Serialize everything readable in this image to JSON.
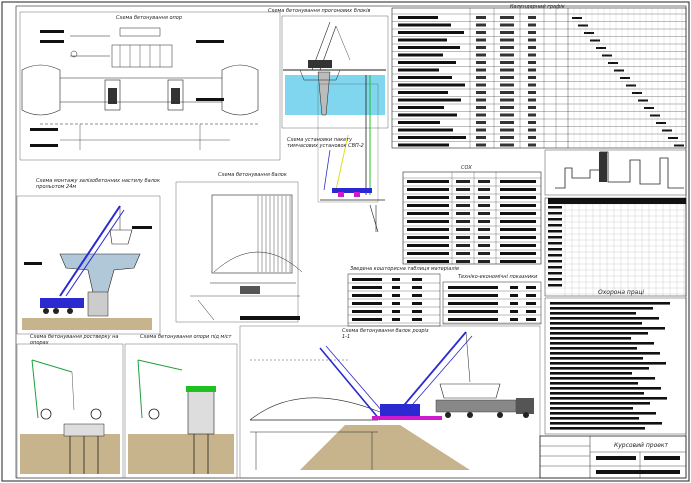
{
  "sheet": {
    "titles": {
      "scheme_support": "Схема бетонування опор",
      "scheme_span_blocks": "Схема бетонування прогонових блоків",
      "calendar_plan": "Календарний графік",
      "scheme_gantry": "Схема установки пакету тимчасових установок СВП-2",
      "scheme_mounting": "Схема монтажу залізобетонних настилу балок прольотом 24м",
      "scheme_concreting": "Схема бетонування балок",
      "scheme_foundation": "Схема бетонування ростверку на опорах",
      "scheme_pier": "Схема бетонування опори під міст",
      "scheme_blocks_section": "Схема бетонування балок розріз 1-1",
      "budget": "Зведена кошторисна таблиця матеріалів",
      "tech_econ": "Техніко-економічні показники",
      "soh": "СОХ",
      "safety": "Охорона праці",
      "stamp_title": "Курсовий проект"
    }
  },
  "colors": {
    "line": "#222222",
    "crane_blue": "#2a2ad0",
    "magenta": "#d01ad0",
    "green": "#20c020",
    "sky": "#7fd6ee",
    "ground": "#c8b48c",
    "dark_fill": "#111111",
    "orange": "#e08a20"
  }
}
